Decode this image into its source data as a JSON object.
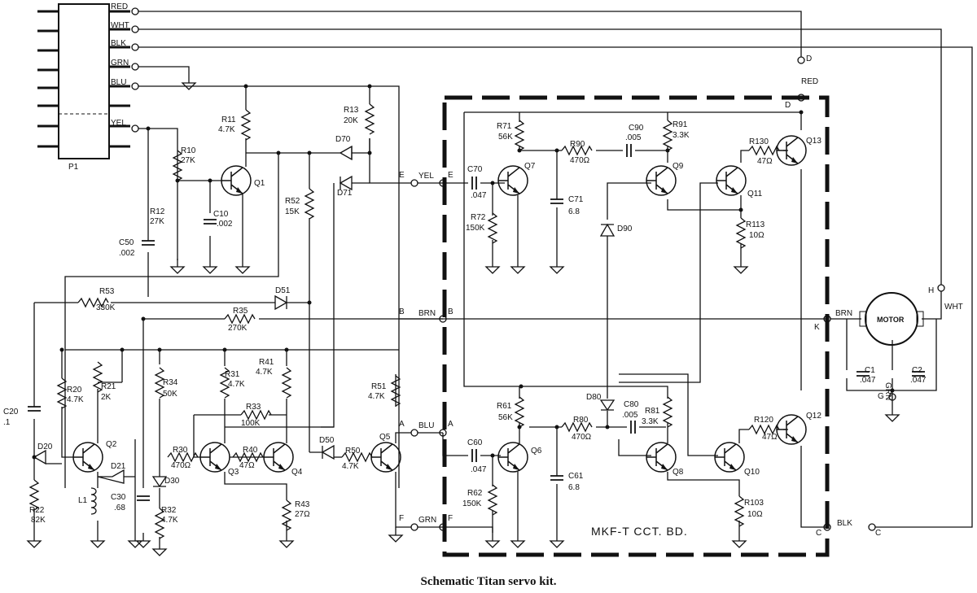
{
  "caption": "Schematic Titan servo kit.",
  "board_label": "MKF-T CCT. BD.",
  "connector": {
    "label": "P1",
    "pins": [
      "RED",
      "WHT",
      "BLK",
      "GRN",
      "BLU",
      "YEL"
    ]
  },
  "motor": {
    "label": "MOTOR",
    "left_wire": "BRN",
    "right_wire": "WHT"
  },
  "wires": [
    "YEL",
    "BRN",
    "BLU",
    "GRN",
    "RED",
    "BLK",
    "WHT",
    "BRN"
  ],
  "nodes": [
    "D",
    "E",
    "E",
    "B",
    "B",
    "A",
    "A",
    "F",
    "F",
    "D",
    "K",
    "H",
    "G",
    "C",
    "C"
  ],
  "transistors": [
    "Q1",
    "Q2",
    "Q3",
    "Q4",
    "Q5",
    "Q6",
    "Q7",
    "Q8",
    "Q9",
    "Q10",
    "Q11",
    "Q12",
    "Q13"
  ],
  "components": [
    {
      "ref": "R11",
      "val": "4.7K"
    },
    {
      "ref": "R13",
      "val": "20K"
    },
    {
      "ref": "R10",
      "val": "27K"
    },
    {
      "ref": "C10",
      "val": ".002"
    },
    {
      "ref": "R12",
      "val": "27K"
    },
    {
      "ref": "C50",
      "val": ".002"
    },
    {
      "ref": "R52",
      "val": "15K"
    },
    {
      "ref": "R53",
      "val": "330K"
    },
    {
      "ref": "R35",
      "val": "270K"
    },
    {
      "ref": "R20",
      "val": "4.7K"
    },
    {
      "ref": "R21",
      "val": "2K"
    },
    {
      "ref": "R22",
      "val": "82K"
    },
    {
      "ref": "R34",
      "val": "50K"
    },
    {
      "ref": "R31",
      "val": "4.7K"
    },
    {
      "ref": "R41",
      "val": "4.7K"
    },
    {
      "ref": "R33",
      "val": "100K"
    },
    {
      "ref": "R30",
      "val": "470Ω"
    },
    {
      "ref": "R40",
      "val": "47Ω"
    },
    {
      "ref": "R32",
      "val": "4.7K"
    },
    {
      "ref": "R43",
      "val": "27Ω"
    },
    {
      "ref": "R51",
      "val": "4.7K"
    },
    {
      "ref": "R50",
      "val": "4.7K"
    },
    {
      "ref": "C30",
      "val": ".68"
    },
    {
      "ref": "C20",
      "val": ".1"
    },
    {
      "ref": "R71",
      "val": "56K"
    },
    {
      "ref": "R72",
      "val": "150K"
    },
    {
      "ref": "C70",
      "val": ".047"
    },
    {
      "ref": "C71",
      "val": "6.8"
    },
    {
      "ref": "R90",
      "val": "470Ω"
    },
    {
      "ref": "C90",
      "val": ".005"
    },
    {
      "ref": "R91",
      "val": "3.3K"
    },
    {
      "ref": "R130",
      "val": "47Ω"
    },
    {
      "ref": "R113",
      "val": "10Ω"
    },
    {
      "ref": "R61",
      "val": "56K"
    },
    {
      "ref": "R62",
      "val": "150K"
    },
    {
      "ref": "C60",
      "val": ".047"
    },
    {
      "ref": "C61",
      "val": "6.8"
    },
    {
      "ref": "R80",
      "val": "470Ω"
    },
    {
      "ref": "C80",
      "val": ".005"
    },
    {
      "ref": "R81",
      "val": "3.3K"
    },
    {
      "ref": "R120",
      "val": "47Ω"
    },
    {
      "ref": "R103",
      "val": "10Ω"
    },
    {
      "ref": "C1",
      "val": ".047"
    },
    {
      "ref": "C2",
      "val": ".047"
    }
  ],
  "diodes": [
    "D70",
    "D71",
    "D51",
    "D20",
    "D21",
    "D30",
    "D50",
    "D80",
    "D90"
  ],
  "inductors": [
    "L1"
  ],
  "motor_ground": "GRN"
}
